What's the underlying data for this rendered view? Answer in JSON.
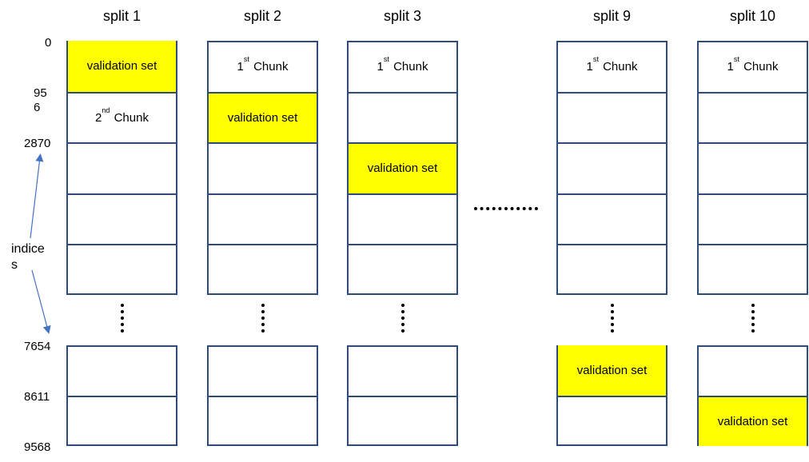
{
  "splits": [
    {
      "title": "split 1",
      "top_cells": [
        {
          "type": "validation",
          "label": "validation set"
        },
        {
          "type": "chunk",
          "ordinal": "2",
          "suffix": "nd",
          "label": "Chunk"
        },
        {
          "type": "empty"
        },
        {
          "type": "empty"
        },
        {
          "type": "empty"
        }
      ],
      "bottom_cells": [
        {
          "type": "empty"
        },
        {
          "type": "empty"
        }
      ]
    },
    {
      "title": "split 2",
      "top_cells": [
        {
          "type": "chunk",
          "ordinal": "1",
          "suffix": "st",
          "label": "Chunk"
        },
        {
          "type": "validation",
          "label": "validation set"
        },
        {
          "type": "empty"
        },
        {
          "type": "empty"
        },
        {
          "type": "empty"
        }
      ],
      "bottom_cells": [
        {
          "type": "empty"
        },
        {
          "type": "empty"
        }
      ]
    },
    {
      "title": "split 3",
      "top_cells": [
        {
          "type": "chunk",
          "ordinal": "1",
          "suffix": "st",
          "label": "Chunk"
        },
        {
          "type": "empty"
        },
        {
          "type": "validation",
          "label": "validation set"
        },
        {
          "type": "empty"
        },
        {
          "type": "empty"
        }
      ],
      "bottom_cells": [
        {
          "type": "empty"
        },
        {
          "type": "empty"
        }
      ]
    },
    {
      "title": "split 9",
      "top_cells": [
        {
          "type": "chunk",
          "ordinal": "1",
          "suffix": "st",
          "label": "Chunk"
        },
        {
          "type": "empty"
        },
        {
          "type": "empty"
        },
        {
          "type": "empty"
        },
        {
          "type": "empty"
        }
      ],
      "bottom_cells": [
        {
          "type": "validation",
          "label": "validation set"
        },
        {
          "type": "empty"
        }
      ]
    },
    {
      "title": "split 10",
      "top_cells": [
        {
          "type": "chunk",
          "ordinal": "1",
          "suffix": "st",
          "label": "Chunk"
        },
        {
          "type": "empty"
        },
        {
          "type": "empty"
        },
        {
          "type": "empty"
        },
        {
          "type": "empty"
        }
      ],
      "bottom_cells": [
        {
          "type": "empty"
        },
        {
          "type": "validation",
          "label": "validation set"
        }
      ]
    }
  ],
  "index_labels": [
    "0",
    "95\n6",
    "2870",
    "7654",
    "8611",
    "9568"
  ],
  "indices_label": "indice\ns",
  "colors": {
    "validation": "#ffff00",
    "border": "#2f4b7c",
    "arrow": "#4472c4"
  }
}
